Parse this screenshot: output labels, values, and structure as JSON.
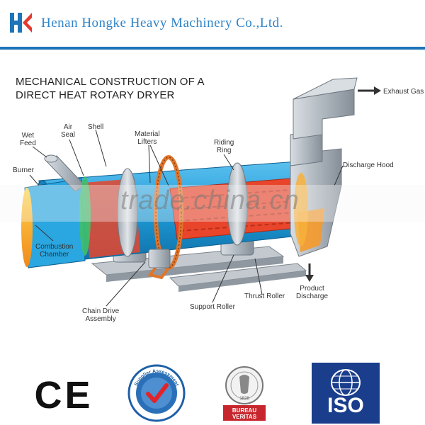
{
  "header": {
    "logo_icon": "hk-logo-icon",
    "company": "Henan Hongke Heavy Machinery Co.,Ltd.",
    "company_color": "#2f84c8"
  },
  "diagram": {
    "title_line1": "MECHANICAL CONSTRUCTION OF A",
    "title_line2": "DIRECT HEAT ROTARY DRYER",
    "labels": {
      "wet_feed": "Wet\nFeed",
      "air_seal": "Air\nSeal",
      "shell": "Shell",
      "material_lifters": "Material\nLifters",
      "riding_ring": "Riding\nRing",
      "burner": "Burner",
      "exhaust_gas": "Exhaust Gas",
      "discharge_hood": "Discharge Hood",
      "combustion_chamber": "Combustion\nChamber",
      "chain_drive_assembly": "Chain Drive\nAssembly",
      "support_roller": "Support Roller",
      "thrust_roller": "Thrust Roller",
      "product_discharge": "Product\nDischarge"
    },
    "colors": {
      "shell": "#1e9ad6",
      "heat": "#e8452b",
      "metal": "#b5bcc4"
    }
  },
  "watermark": {
    "text": "trade.china.cn"
  },
  "certifications": {
    "ce": "CE",
    "supplier_badge": "Supplier Assessment",
    "bureau_line1": "BUREAU",
    "bureau_line2": "VERITAS",
    "bureau_year": "1828",
    "iso": "ISO"
  }
}
